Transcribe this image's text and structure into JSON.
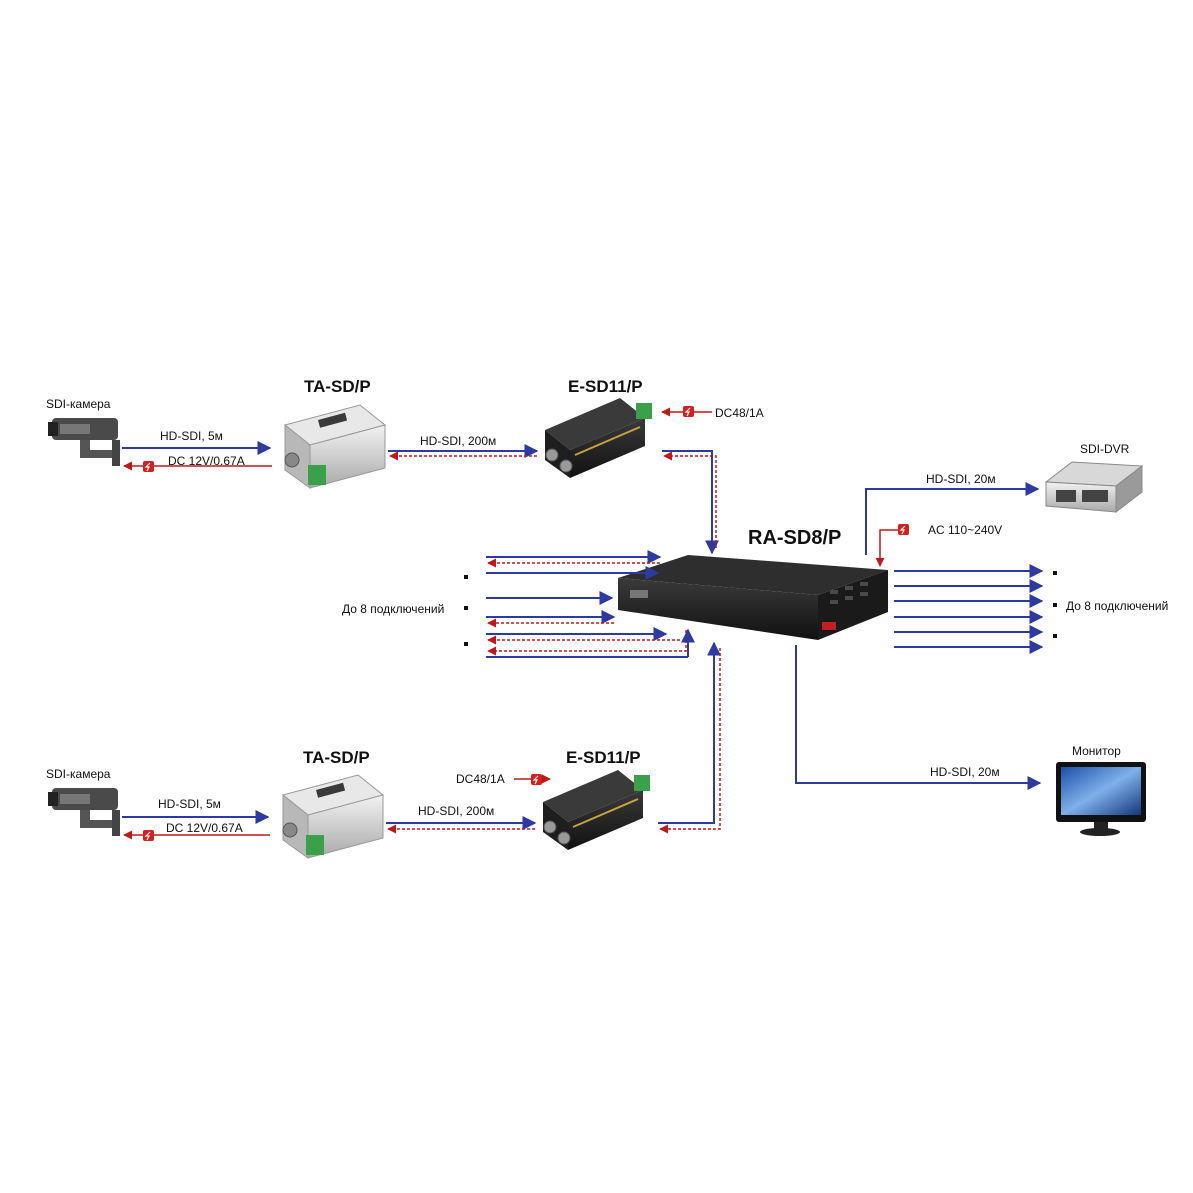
{
  "colors": {
    "video": "#2e3aa0",
    "power": "#c01818",
    "bolt": "#d42020"
  },
  "top": {
    "camera_label": "SDI-камера",
    "transmitter_title": "TA-SD/P",
    "extender_title": "E-SD11/P",
    "cam_video": "HD-SDI, 5м",
    "cam_power": "DC 12V/0.67A",
    "link_video": "HD-SDI, 200м",
    "extender_power": "DC48/1A"
  },
  "bottom": {
    "camera_label": "SDI-камера",
    "transmitter_title": "TA-SD/P",
    "extender_title": "E-SD11/P",
    "cam_video": "HD-SDI, 5м",
    "cam_power": "DC 12V/0.67A",
    "link_video": "HD-SDI, 200м",
    "extender_power": "DC48/1A"
  },
  "hub": {
    "title": "RA-SD8/P",
    "power": "AC 110~240V",
    "inputs_label": "До 8 подключений",
    "outputs_label": "До 8 подключений"
  },
  "dvr": {
    "label": "SDI-DVR",
    "link": "HD-SDI, 20м"
  },
  "monitor": {
    "label": "Монитор",
    "link": "HD-SDI, 20м"
  },
  "icons": {
    "camera": "cctv-camera-icon",
    "transmitter": "transmitter-device-icon",
    "extender": "extender-device-icon",
    "hub": "receiver-hub-icon",
    "dvr": "dvr-rack-icon",
    "monitor": "monitor-icon",
    "power": "lightning-bolt-icon"
  }
}
